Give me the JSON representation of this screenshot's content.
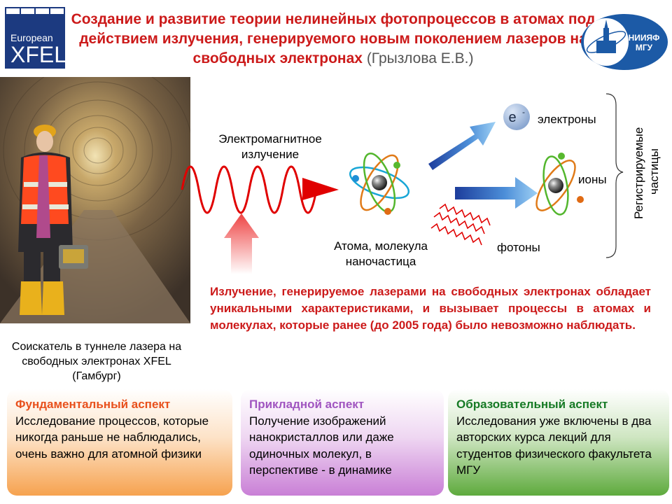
{
  "title": {
    "main": "Создание и развитие теории нелинейных фотопроцессов в атомах под действием излучения, генерируемого новым поколением лазеров на свободных электронах",
    "author": "(Грызлова Е.В.)"
  },
  "xfel_logo": {
    "line1": "European",
    "line2": "XFEL"
  },
  "sinp_logo": {
    "line1": "НИИЯФ",
    "line2": "МГУ"
  },
  "photo": {
    "caption": "Соискатель в туннеле лазера на свободных электронах XFEL (Гамбург)"
  },
  "diagram": {
    "em_label": "Электромагнитное излучение",
    "atom_label": "Атома, молекула наночастица",
    "electron_symbol": "e",
    "electron_sup": "-",
    "electron_label": "электроны",
    "ion_label": "ионы",
    "photon_label": "фотоны",
    "registered_label": "Регистрируемые частицы"
  },
  "highlight": "Излучение, генерируемое лазерами на свободных электронах обладает уникальными характеристиками, и вызывает процессы в атомах и молекулах, которые ранее (до 2005 года) было невозможно наблюдать.",
  "cards": [
    {
      "heading": "Фундаментальный аспект",
      "body": "Исследование процессов, которые никогда раньше не наблюдались, очень важно для атомной физики"
    },
    {
      "heading": "Прикладной аспект",
      "body": "Получение изображений нанокристаллов или даже одиночных молекул, в перспективе - в динамике"
    },
    {
      "heading": "Образовательный аспект",
      "body": "Исследования уже включены в два авторских курса лекций для студентов физического факультета МГУ"
    }
  ],
  "colors": {
    "title": "#cc1a1a",
    "accent_blue": "#1c3a80",
    "wave": "#e00000"
  }
}
